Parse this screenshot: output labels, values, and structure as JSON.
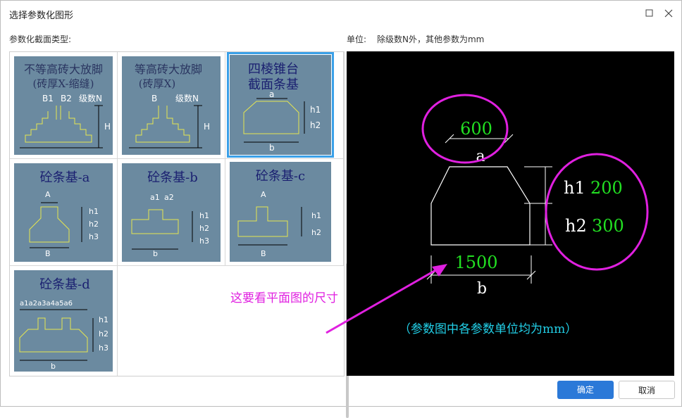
{
  "window": {
    "title": "选择参数化图形"
  },
  "labels": {
    "section_type": "参数化截面类型:",
    "unit_title": "单位:",
    "unit_desc": "除级数N外，其他参数为mm"
  },
  "gallery": {
    "items": [
      {
        "title1": "不等高砖大放脚",
        "title2": "(砖厚X-缩缝)",
        "labels": [
          "B1",
          "B2",
          "级数N",
          "H"
        ]
      },
      {
        "title1": "等高砖大放脚",
        "title2": "(砖厚X)",
        "labels": [
          "B",
          "级数N",
          "H"
        ]
      },
      {
        "title1": "四棱锥台",
        "title2": "截面条基",
        "labels": [
          "a",
          "h1",
          "h2",
          "b"
        ],
        "selected": true
      },
      {
        "title1": "砼条基-a",
        "labels": [
          "A",
          "h1",
          "h2",
          "h3",
          "B"
        ]
      },
      {
        "title1": "砼条基-b",
        "labels": [
          "a1",
          "a2",
          "h1",
          "h2",
          "h3",
          "b"
        ]
      },
      {
        "title1": "砼条基-c",
        "labels": [
          "A",
          "h1",
          "h2",
          "B"
        ]
      },
      {
        "title1": "砼条基-d",
        "labels": [
          "a1a2a3a4a5a6",
          "h1",
          "h2",
          "h3",
          "b"
        ]
      }
    ]
  },
  "preview": {
    "a_value": "600",
    "a_label": "a",
    "b_value": "1500",
    "b_label": "b",
    "h1_label": "h1",
    "h1_value": "200",
    "h2_label": "h2",
    "h2_value": "300",
    "note": "（参数图中各参数单位均为mm）"
  },
  "annotation": {
    "text": "这要看平面图的尺寸"
  },
  "buttons": {
    "ok": "确定",
    "cancel": "取消"
  },
  "colors": {
    "thumb_bg": "#6b8aa0",
    "selected": "#3aa0e8",
    "accent": "#2b79d8",
    "annotation": "#e020e0",
    "value_green": "#22e022",
    "note_cyan": "#22d0e8"
  },
  "icons": [
    "maximize-icon",
    "close-icon"
  ]
}
